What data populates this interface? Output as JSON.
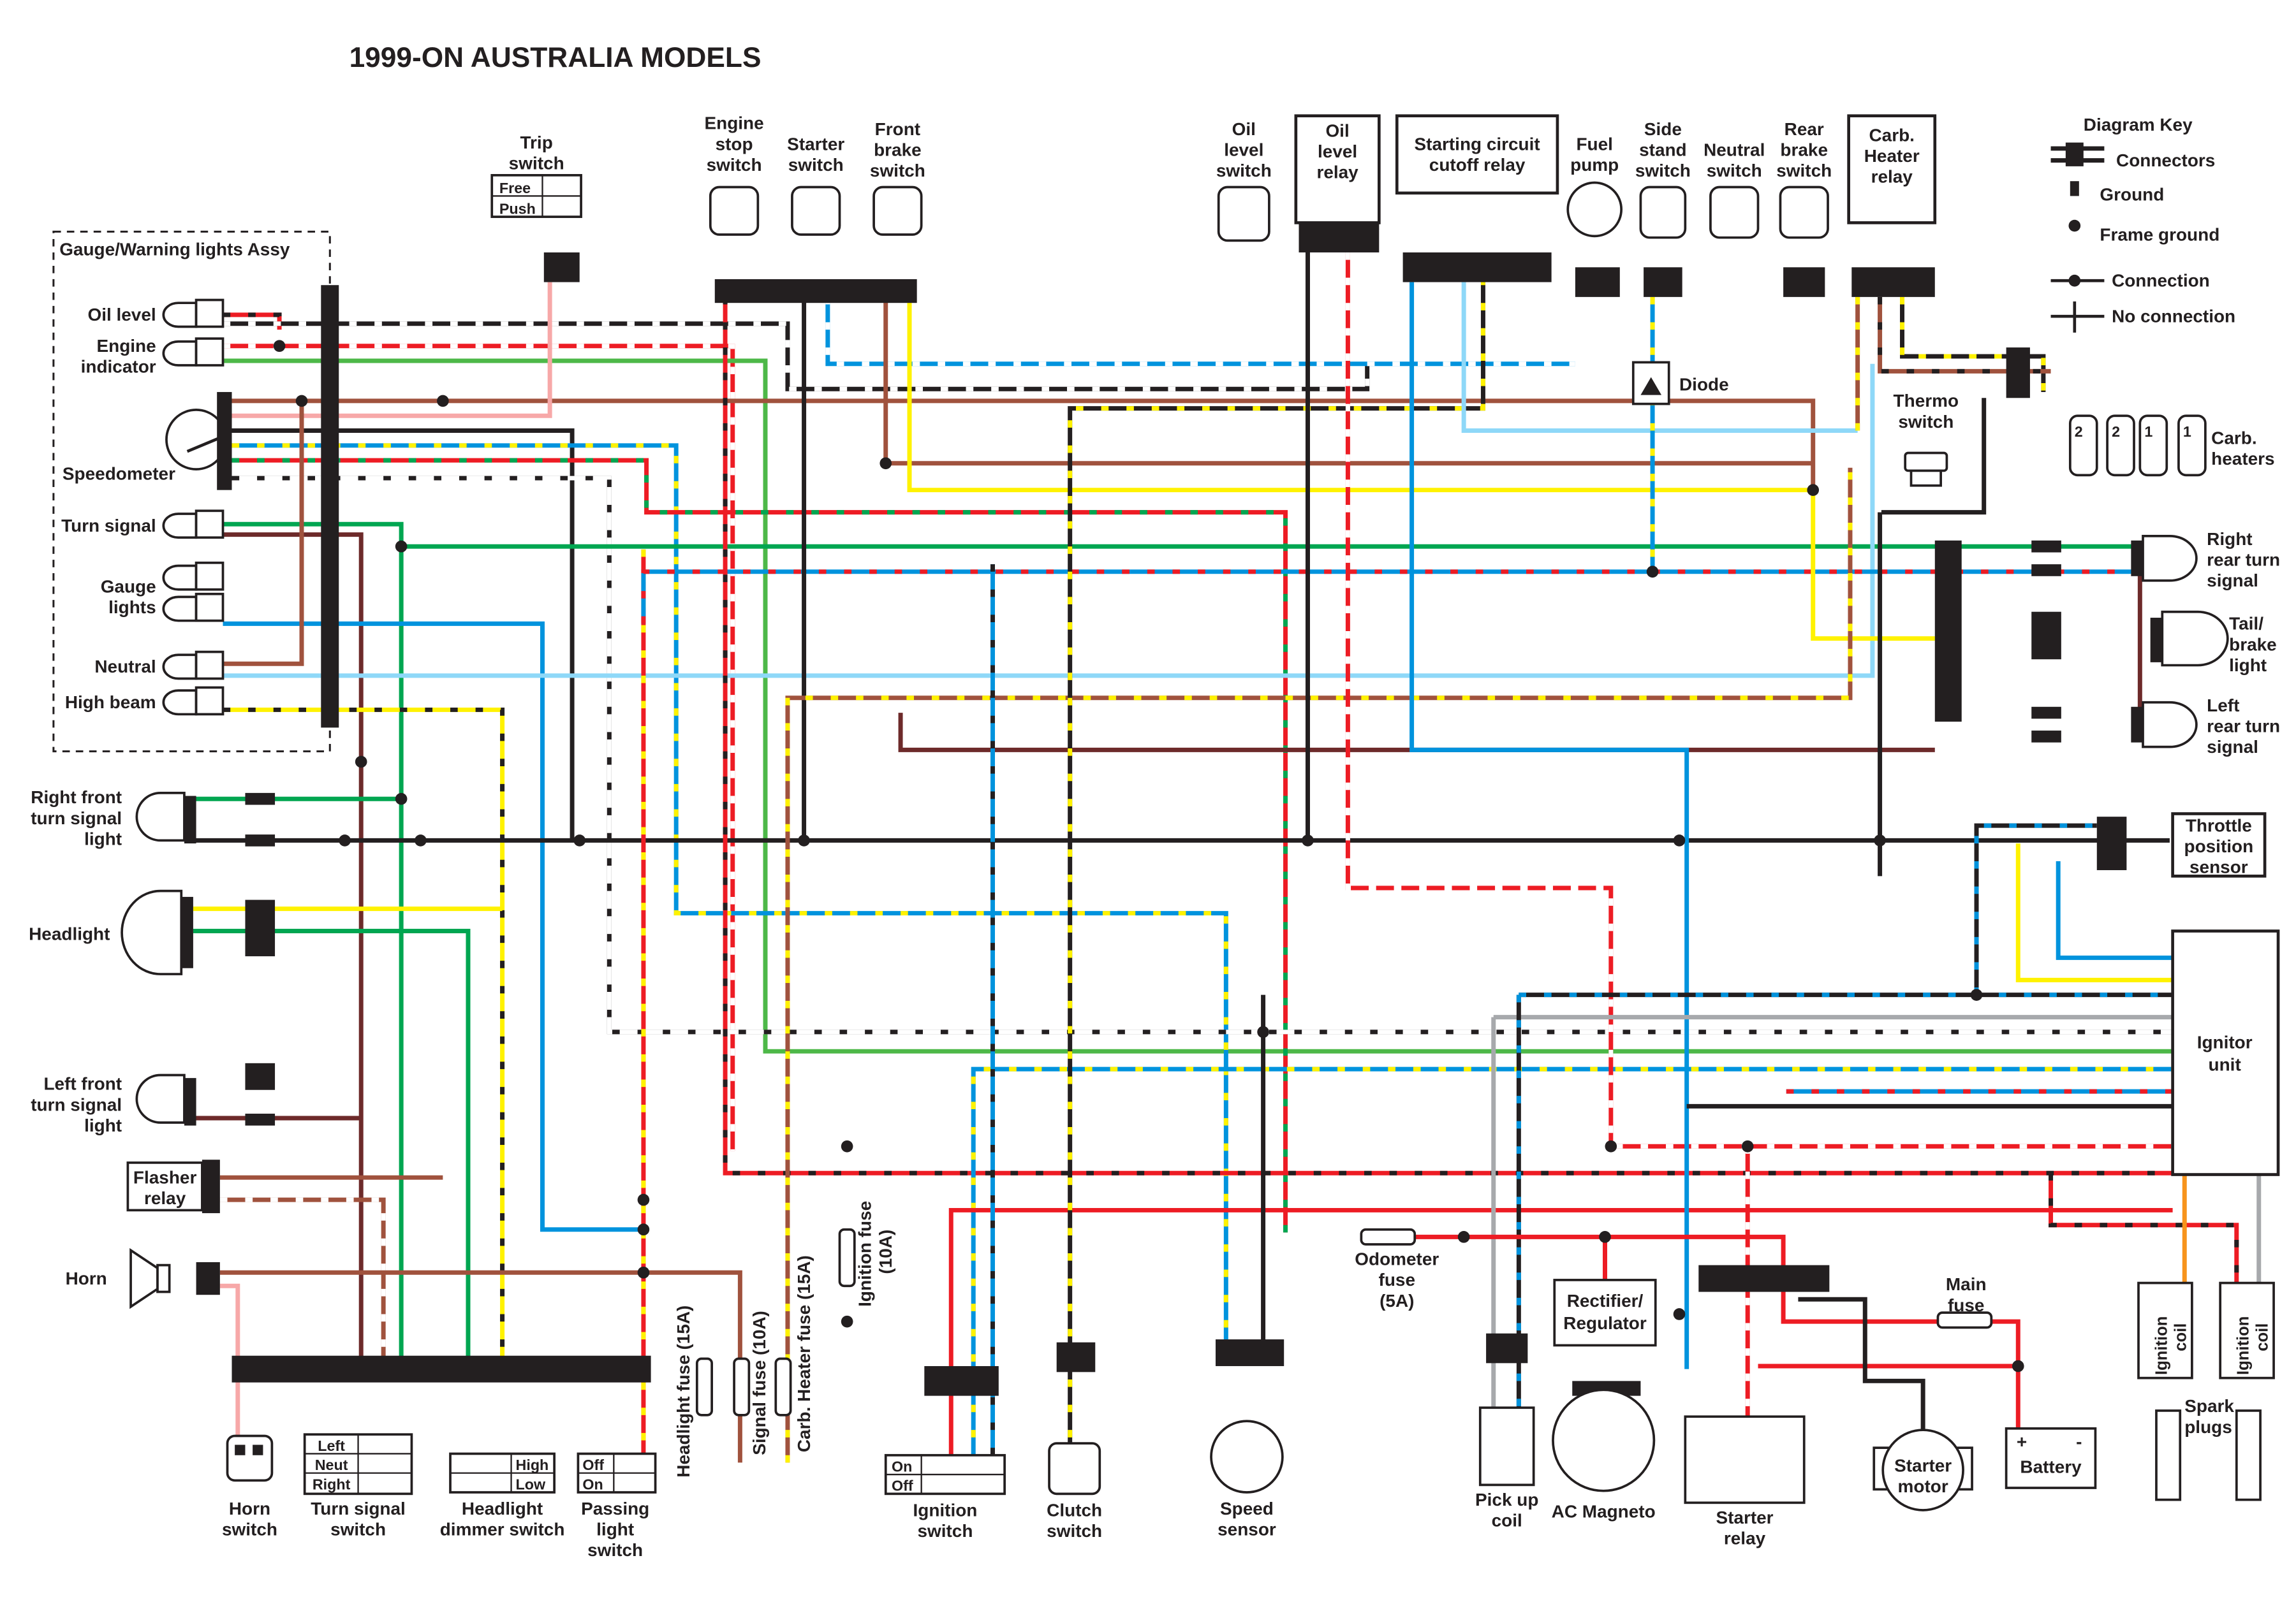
{
  "title": "1999-ON AUSTRALIA MODELS",
  "wire_colors": {
    "black": "#231f20",
    "red": "#ed1c24",
    "green": "#00a651",
    "light_green": "#4db848",
    "blue": "#0093dd",
    "light_blue": "#8ed8f8",
    "brown": "#a0523d",
    "dark_brown": "#6d2a2a",
    "pink": "#f7a8a8",
    "yellow": "#fff200",
    "orange": "#f7941d",
    "gray": "#a7a9ac",
    "white": "#ffffff"
  },
  "gauge_assembly": {
    "title": "Gauge/Warning lights Assy",
    "oil_level": "Oil level",
    "engine_indicator_1": "Engine",
    "engine_indicator_2": "indicator",
    "speedometer": "Speedometer",
    "turn_signal": "Turn signal",
    "gauge_lights_1": "Gauge",
    "gauge_lights_2": "lights",
    "neutral": "Neutral",
    "high_beam": "High beam"
  },
  "left_components": {
    "right_front_1": "Right front",
    "right_front_2": "turn signal",
    "right_front_3": "light",
    "headlight": "Headlight",
    "left_front_1": "Left front",
    "left_front_2": "turn signal",
    "left_front_3": "light",
    "flasher_1": "Flasher",
    "flasher_2": "relay",
    "horn": "Horn"
  },
  "top_switches": {
    "trip_1": "Trip",
    "trip_2": "switch",
    "trip_free": "Free",
    "trip_push": "Push",
    "engine_stop_1": "Engine",
    "engine_stop_2": "stop",
    "engine_stop_3": "switch",
    "starter_1": "Starter",
    "starter_2": "switch",
    "front_brake_1": "Front",
    "front_brake_2": "brake",
    "front_brake_3": "switch",
    "oil_level_switch_1": "Oil",
    "oil_level_switch_2": "level",
    "oil_level_switch_3": "switch",
    "oil_level_relay_1": "Oil",
    "oil_level_relay_2": "level",
    "oil_level_relay_3": "relay",
    "cutoff_relay_1": "Starting circuit",
    "cutoff_relay_2": "cutoff relay",
    "fuel_pump_1": "Fuel",
    "fuel_pump_2": "pump",
    "side_stand_1": "Side",
    "side_stand_2": "stand",
    "side_stand_3": "switch",
    "neutral_sw_1": "Neutral",
    "neutral_sw_2": "switch",
    "rear_brake_1": "Rear",
    "rear_brake_2": "brake",
    "rear_brake_3": "switch",
    "carb_relay_1": "Carb.",
    "carb_relay_2": "Heater",
    "carb_relay_3": "relay",
    "diode": "Diode",
    "thermo_1": "Thermo",
    "thermo_2": "switch",
    "carb_heaters_1": "Carb.",
    "carb_heaters_2": "heaters",
    "heater_numbers": [
      "2",
      "2",
      "1",
      "1"
    ]
  },
  "legend": {
    "title": "Diagram Key",
    "connectors": "Connectors",
    "ground": "Ground",
    "frame_ground": "Frame ground",
    "connection": "Connection",
    "no_connection": "No connection"
  },
  "right_components": {
    "right_rear_1": "Right",
    "right_rear_2": "rear turn",
    "right_rear_3": "signal",
    "tail_1": "Tail/",
    "tail_2": "brake",
    "tail_3": "light",
    "left_rear_1": "Left",
    "left_rear_2": "rear turn",
    "left_rear_3": "signal",
    "tps_1": "Throttle",
    "tps_2": "position",
    "tps_3": "sensor",
    "ignitor_1": "Ignitor",
    "ignitor_2": "unit"
  },
  "bottom_components": {
    "horn_switch_1": "Horn",
    "horn_switch_2": "switch",
    "turn_switch_1": "Turn signal",
    "turn_switch_2": "switch",
    "turn_left": "Left",
    "turn_neut": "Neut",
    "turn_right": "Right",
    "dimmer_1": "Headlight",
    "dimmer_2": "dimmer switch",
    "dimmer_high": "High",
    "dimmer_low": "Low",
    "passing_1": "Passing",
    "passing_2": "light",
    "passing_3": "switch",
    "passing_off": "Off",
    "passing_on": "On",
    "headlight_fuse": "Headlight fuse (15A)",
    "signal_fuse": "Signal fuse (10A)",
    "carb_fuse": "Carb. Heater fuse (15A)",
    "ignition_fuse_1": "Ignition fuse",
    "ignition_fuse_2": "(10A)",
    "ignition_1": "Ignition",
    "ignition_2": "switch",
    "ignition_on": "On",
    "ignition_off": "Off",
    "clutch_1": "Clutch",
    "clutch_2": "switch",
    "speed_1": "Speed",
    "speed_2": "sensor",
    "odometer_1": "Odometer",
    "odometer_2": "fuse",
    "odometer_3": "(5A)",
    "pickup_1": "Pick up",
    "pickup_2": "coil",
    "rectifier_1": "Rectifier/",
    "rectifier_2": "Regulator",
    "magneto": "AC Magneto",
    "starter_relay_1": "Starter",
    "starter_relay_2": "relay",
    "starter_motor_1": "Starter",
    "starter_motor_2": "motor",
    "main_fuse_1": "Main",
    "main_fuse_2": "fuse",
    "battery": "Battery",
    "battery_plus": "+",
    "battery_minus": "-",
    "ignition_coil_1": "Ignition",
    "ignition_coil_2": "coil",
    "spark_1": "Spark",
    "spark_2": "plugs"
  }
}
